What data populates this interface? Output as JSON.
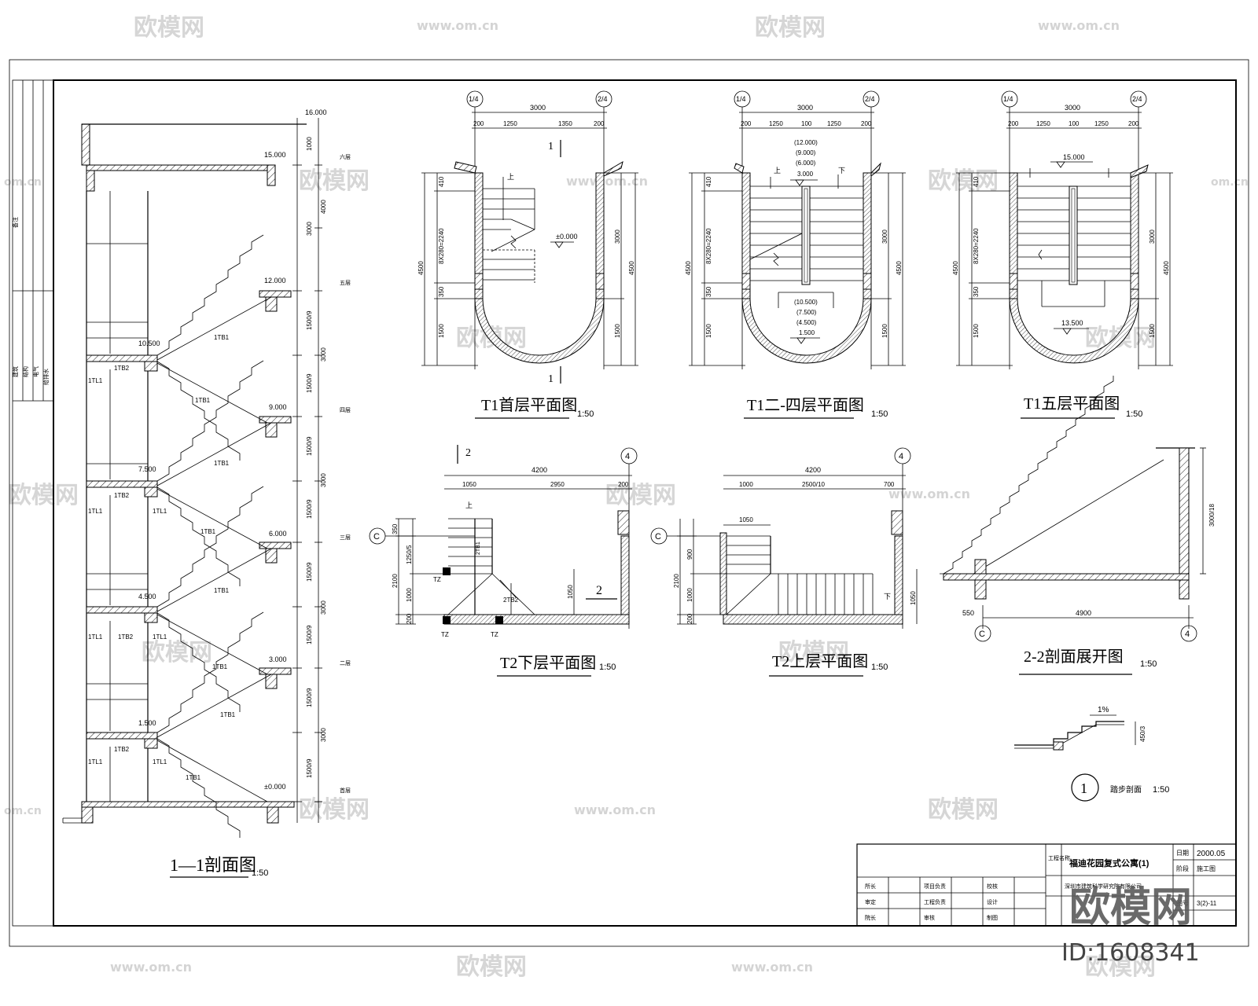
{
  "watermark": {
    "brand": "欧模网",
    "url": "www.om.cn",
    "url_short": "om.cn",
    "id_label": "ID:1608341"
  },
  "section_1_1": {
    "title": "1—1剖面图",
    "scale": "1:50",
    "elevations": [
      "16.000",
      "15.000",
      "12.000",
      "10.500",
      "9.000",
      "7.500",
      "6.000",
      "4.500",
      "3.000",
      "1.500",
      "±0.000"
    ],
    "floor_labels": [
      "六层",
      "五层",
      "四层",
      "三层",
      "二层",
      "首层"
    ],
    "dims_right": [
      "1000",
      "4000",
      "3000",
      "1500/9",
      "3000",
      "1500/9",
      "1500/9",
      "3000",
      "1500/9",
      "1500/9",
      "3000",
      "1500/9",
      "1500/9",
      "3000",
      "1500/9"
    ],
    "members": [
      "1TB1",
      "1TB2",
      "1TL1"
    ]
  },
  "plan_t1_ground": {
    "title": "T1首层平面图",
    "scale": "1:50",
    "axis_left": "1/4",
    "axis_right": "2/4",
    "dims_top": [
      "3000",
      "200",
      "1250",
      "1350",
      "200"
    ],
    "dims_left": [
      "4500",
      "410",
      "8X280=2240",
      "350",
      "1500"
    ],
    "dims_right": [
      "3000",
      "4500",
      "1500"
    ],
    "level": "±0.000",
    "up": "上",
    "section_mark": "1"
  },
  "plan_t1_typ": {
    "title": "T1二-四层平面图",
    "scale": "1:50",
    "axis_left": "1/4",
    "axis_right": "2/4",
    "dims_top": [
      "3000",
      "200",
      "1250",
      "100",
      "1250",
      "200"
    ],
    "dims_left": [
      "4500",
      "410",
      "8X280=2240",
      "350",
      "1500"
    ],
    "dims_right": [
      "3000",
      "4500",
      "1500"
    ],
    "levels_upper": [
      "(12.000)",
      "(9.000)",
      "(6.000)",
      "3.000"
    ],
    "levels_lower": [
      "(10.500)",
      "(7.500)",
      "(4.500)",
      "1.500"
    ],
    "up": "上",
    "down": "下"
  },
  "plan_t1_top": {
    "title": "T1五层平面图",
    "scale": "1:50",
    "axis_left": "1/4",
    "axis_right": "2/4",
    "dims_top": [
      "3000",
      "200",
      "1250",
      "100",
      "1250",
      "200"
    ],
    "dims_left": [
      "4500",
      "410",
      "8X280=2240",
      "350",
      "1500"
    ],
    "dims_right": [
      "3000",
      "4500",
      "1500"
    ],
    "levels": [
      "15.000",
      "13.500"
    ]
  },
  "plan_t2_lower": {
    "title": "T2下层平面图",
    "scale": "1:50",
    "axis": "4",
    "grid": "C",
    "section_mark": "2",
    "dims_top": [
      "4200",
      "1050",
      "2950",
      "200"
    ],
    "dims_left": [
      "350",
      "1250/5",
      "2100",
      "1000",
      "200"
    ],
    "dims_inner": [
      "1050"
    ],
    "members": [
      "2TB1",
      "2TB2",
      "TZ",
      "TZ",
      "TZ"
    ],
    "up": "上"
  },
  "plan_t2_upper": {
    "title": "T2上层平面图",
    "scale": "1:50",
    "axis": "4",
    "grid": "C",
    "dims_top": [
      "4200",
      "1000",
      "2500/10",
      "700"
    ],
    "dims_left": [
      "1050",
      "900",
      "2100",
      "1000",
      "200"
    ],
    "dims_right": [
      "1050"
    ],
    "down": "下"
  },
  "section_2_2": {
    "title": "2-2剖面展开图",
    "scale": "1:50",
    "dims": [
      "550",
      "4900",
      "3000/18"
    ],
    "axis_left": "C",
    "axis_right": "4"
  },
  "detail_1": {
    "number": "1",
    "title": "踏步剖面",
    "scale": "1:50",
    "slope": "1%",
    "dim": "450/3"
  },
  "title_block": {
    "project_label": "工程名称",
    "project": "福迪花园复式公寓(1)",
    "date_label": "日期",
    "date": "2000.05",
    "stage_label": "阶段",
    "stage": "施工图",
    "company": "深圳市建筑科学研究院有限公司",
    "drawing_label": "图号",
    "drawing_no": "3(2)-11",
    "roles": [
      "所长",
      "审定",
      "院长",
      "项目负责",
      "工程负责",
      "审核",
      "校核",
      "设计",
      "制图"
    ]
  },
  "side_strip": {
    "labels": [
      "备注",
      "建筑",
      "结构",
      "电气",
      "给排水"
    ]
  }
}
